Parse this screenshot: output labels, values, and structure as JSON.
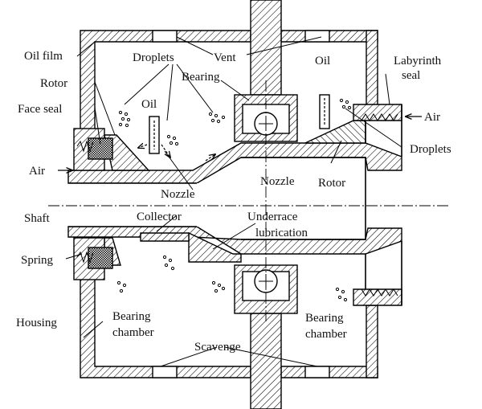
{
  "labels": {
    "oil_film": "Oil film",
    "droplets_top": "Droplets",
    "vent": "Vent",
    "oil_right": "Oil",
    "labyrinth_seal": "Labyrinth\nseal",
    "rotor_left": "Rotor",
    "bearing_top": "Bearing",
    "face_seal": "Face seal",
    "oil_left": "Oil",
    "air_right": "Air",
    "droplets_right": "Droplets",
    "air_left": "Air",
    "nozzle_right": "Nozzle",
    "rotor_right": "Rotor",
    "nozzle_left": "Nozzle",
    "shaft": "Shaft",
    "collector": "Collector",
    "underrace_lubrication": "Underrace\nlubrication",
    "spring": "Spring",
    "housing": "Housing",
    "bearing_chamber_left": "Bearing\nchamber",
    "bearing_chamber_right": "Bearing\nchamber",
    "scavenge": "Scavenge"
  }
}
